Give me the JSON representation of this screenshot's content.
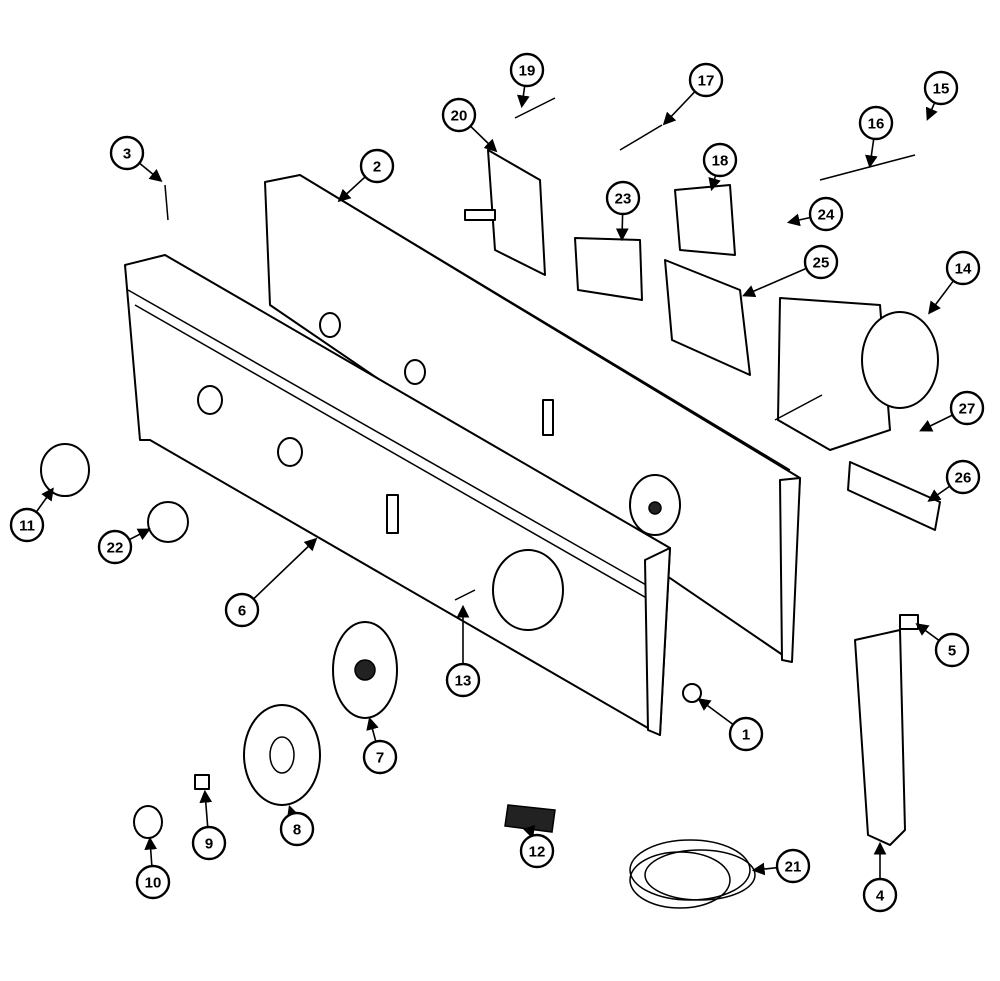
{
  "title": "Control panel exploded parts diagram",
  "callouts": [
    "19",
    "17",
    "15",
    "20",
    "16",
    "3",
    "2",
    "18",
    "23",
    "24",
    "25",
    "14",
    "27",
    "26",
    "11",
    "22",
    "6",
    "5",
    "13",
    "1",
    "7",
    "8",
    "9",
    "12",
    "21",
    "10",
    "4"
  ]
}
